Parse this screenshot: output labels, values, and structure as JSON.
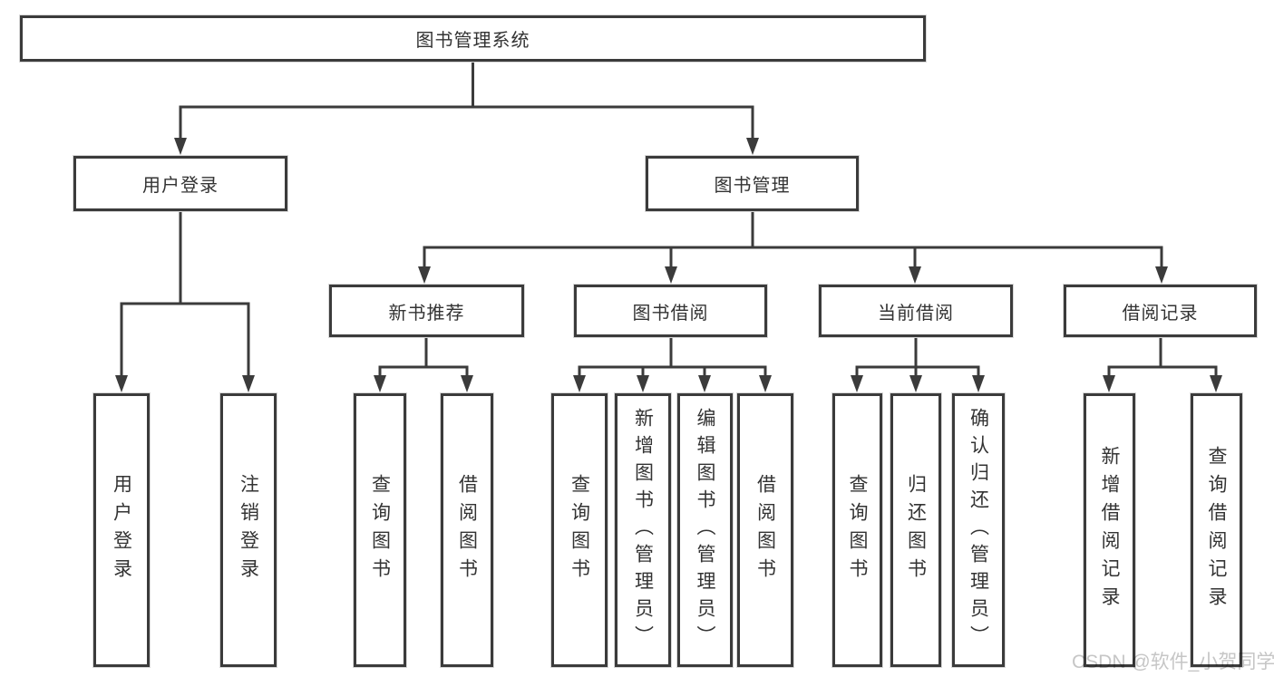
{
  "diagram": {
    "title": "图书管理系统",
    "level2": {
      "user_login": "用户登录",
      "book_management": "图书管理"
    },
    "level3": {
      "new_book_recommend": "新书推荐",
      "book_borrow": "图书借阅",
      "current_borrow": "当前借阅",
      "borrow_record": "借阅记录"
    },
    "leaves": {
      "user_login": "用户登录",
      "logout": "注销登录",
      "recommend_query_book": "查询图书",
      "recommend_borrow_book": "借阅图书",
      "borrow_query_book": "查询图书",
      "borrow_add_book": "新增图书（管理员）",
      "borrow_edit_book": "编辑图书（管理员）",
      "borrow_borrow_book": "借阅图书",
      "current_query_book": "查询图书",
      "current_return_book": "归还图书",
      "current_confirm_return": "确认归还（管理员）",
      "record_add_record": "新增借阅记录",
      "record_query_record": "查询借阅记录"
    }
  },
  "watermark": "CSDN @软件_小贺同学",
  "colors": {
    "line": "#3b3b3b",
    "text": "#333333",
    "watermark": "#c6c6c6",
    "background": "#ffffff"
  }
}
